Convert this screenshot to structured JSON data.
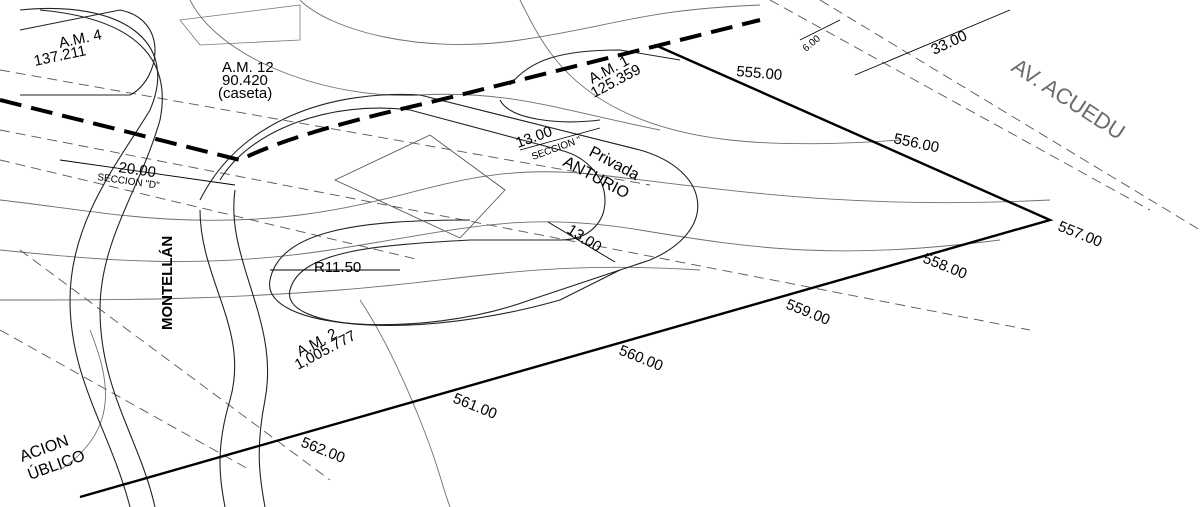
{
  "colors": {
    "ink": "#000000",
    "faint": "#8a8a8a",
    "contour": "#6e6e6e",
    "street_label": "#6b6b6b"
  },
  "labels": {
    "am4_name": "A.M. 4",
    "am4_area": "137.211",
    "am12_name": "A.M. 12",
    "am12_area": "90.420",
    "am12_note": "(caseta)",
    "am1_name": "A.M. 1",
    "am1_area": "125.359",
    "am2_name": "A.M. 2",
    "am2_area": "1,005.777",
    "privada_1": "Privada",
    "privada_2": "ANTURIO",
    "montellan": "MONTELLÁN",
    "av_acueducto": "AV. ACUEDU",
    "seccion_d": "SECCION \"D\"",
    "seccion_a": "SECCION \"",
    "dim_20": "20.00",
    "dim_13_top": "13.00",
    "dim_13_side": "13.00",
    "dim_radius": "R11.50",
    "dim_33": "33.00",
    "dim_6": "6.00",
    "partial_1": "ACION",
    "partial_2": "ÚBLICO"
  },
  "contours": [
    "555.00",
    "556.00",
    "557.00",
    "558.00",
    "559.00",
    "560.00",
    "561.00",
    "562.00"
  ]
}
